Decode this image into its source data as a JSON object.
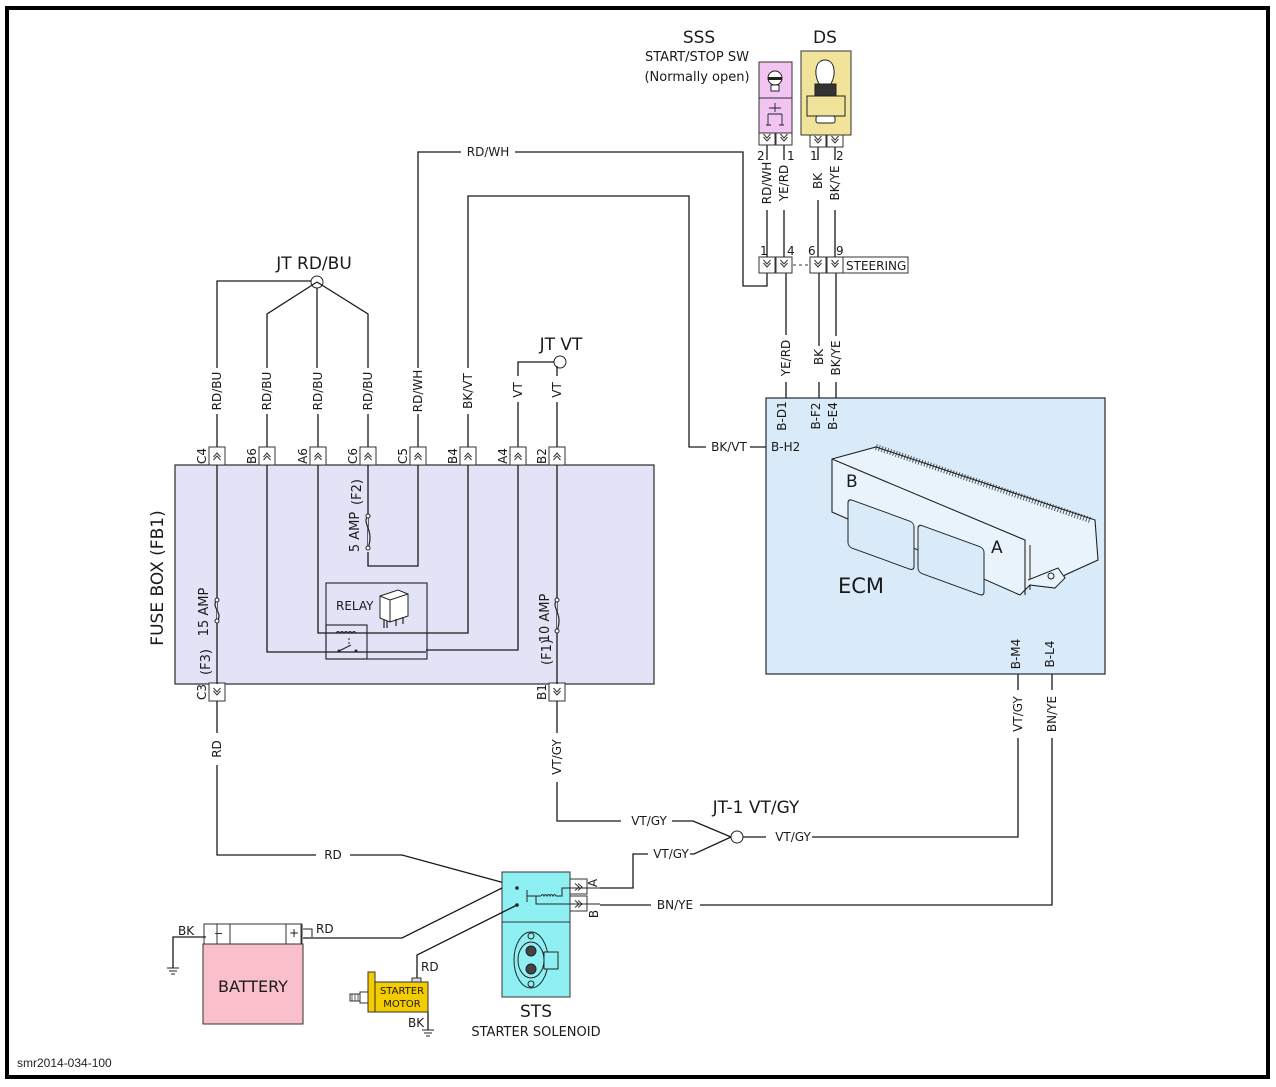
{
  "figure_id": "smr2014-034-100",
  "components": {
    "sss": {
      "code": "SSS",
      "name": "START/STOP SW",
      "note": "(Normally open)",
      "pins": [
        "2",
        "1"
      ],
      "wires": [
        "RD/WH",
        "YE/RD"
      ],
      "color": "#f2c4f2"
    },
    "ds": {
      "code": "DS",
      "pins": [
        "1",
        "2"
      ],
      "wires": [
        "BK",
        "BK/YE"
      ],
      "color": "#f2e39a"
    },
    "steering": {
      "label": "STEERING",
      "pins": [
        "1",
        "4",
        "6",
        "9"
      ]
    },
    "fuse_box": {
      "title": "FUSE BOX (FB1)",
      "color": "#e3e3f7",
      "top_pins": [
        "C4",
        "B6",
        "A6",
        "C6",
        "C5",
        "B4",
        "A4",
        "B2"
      ],
      "top_wires": [
        "RD/BU",
        "RD/BU",
        "RD/BU",
        "RD/BU",
        "RD/WH",
        "BK/VT",
        "VT",
        "VT"
      ],
      "bottom_pins": [
        "C3",
        "B1"
      ],
      "fuses": [
        {
          "id": "(F3)",
          "rating": "15 AMP"
        },
        {
          "id": "(F2)",
          "rating": "5 AMP"
        },
        {
          "id": "(F1)",
          "rating": "10 AMP"
        }
      ],
      "relay_label": "RELAY"
    },
    "ecm": {
      "label": "ECM",
      "color": "#d9ebf8",
      "connector_b": "B",
      "connector_a": "A",
      "top_pins": [
        "B-D1",
        "B-F2",
        "B-E4"
      ],
      "side_pin": "B-H2",
      "bottom_pins": [
        "B-M4",
        "B-L4"
      ]
    },
    "sts": {
      "code": "STS",
      "name": "STARTER SOLENOID",
      "pins": [
        "A",
        "B"
      ],
      "color": "#8ff0f4"
    },
    "battery": {
      "label": "BATTERY",
      "neg": "−",
      "pos": "+",
      "color": "#f9c0cb"
    },
    "starter_motor": {
      "label_line1": "STARTER",
      "label_line2": "MOTOR",
      "color": "#f5cc00"
    }
  },
  "junctions": {
    "jt_rdbu": "JT RD/BU",
    "jt_vt": "JT VT",
    "jt1_vtgy": "JT-1 VT/GY"
  },
  "wire_labels": {
    "rd_wh_top": "RD/WH",
    "ye_rd": "YE/RD",
    "bk": "BK",
    "bk_ye": "BK/YE",
    "bk_vt": "BK/VT",
    "rd": "RD",
    "vt_gy": "VT/GY",
    "bn_ye": "BN/YE",
    "bat_bk": "BK",
    "bat_rd": "RD",
    "motor_rd": "RD",
    "motor_bk": "BK"
  }
}
